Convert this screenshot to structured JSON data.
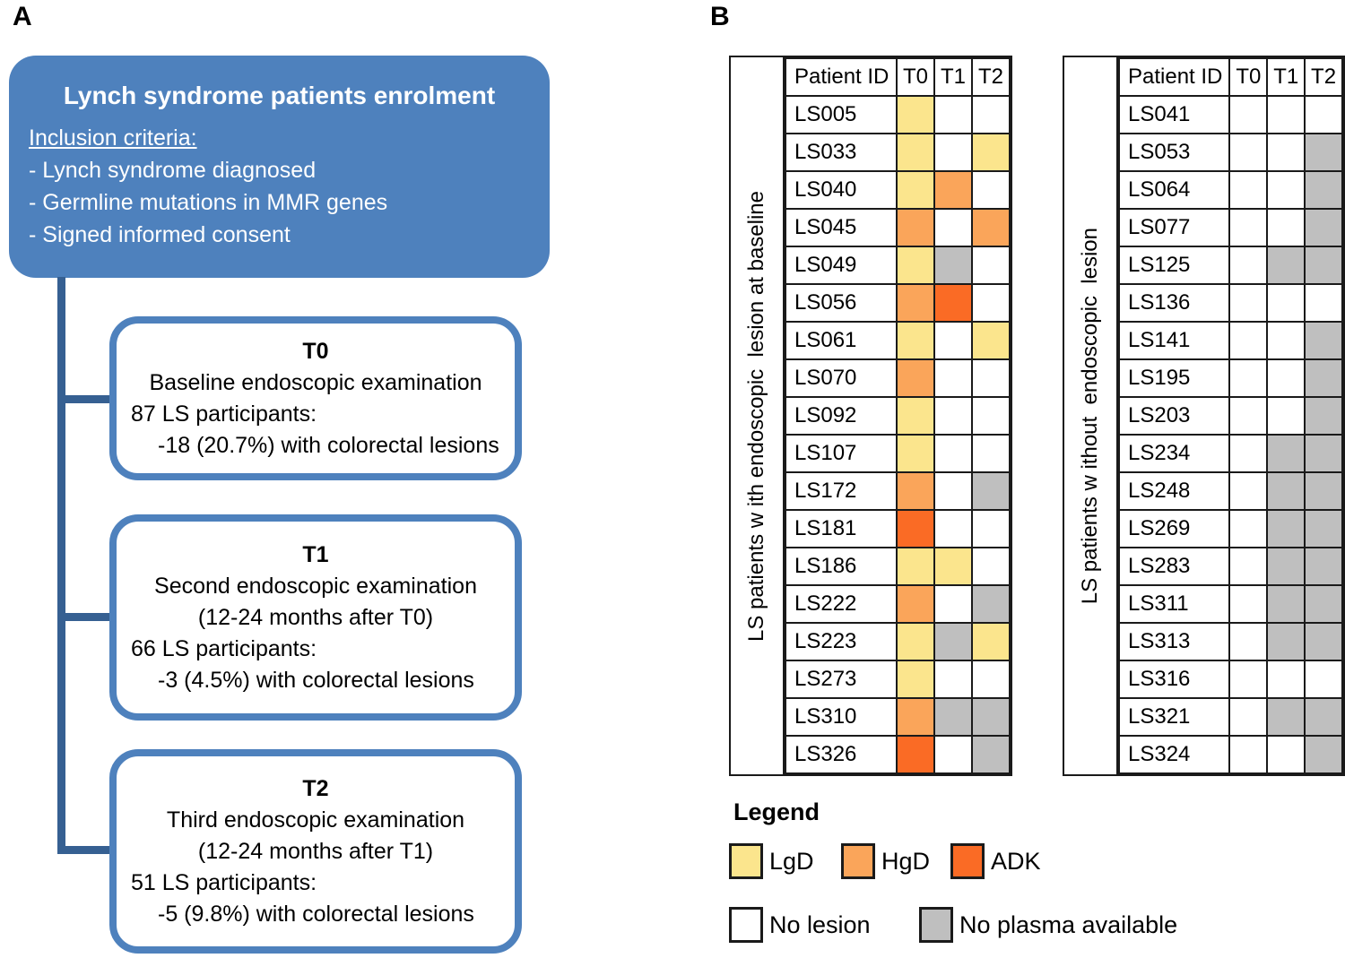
{
  "figure": {
    "colors": {
      "LgD": "#FBE58D",
      "HgD": "#FAA55A",
      "ADK": "#FA6B25",
      "none": "#FFFFFF",
      "NP": "#BFBFBF",
      "box_blue": "#4E81BD",
      "connector_blue": "#366092"
    },
    "panelA": {
      "label": "A",
      "enrolment": {
        "title": "Lynch syndrome patients enrolment",
        "criteria_heading": "Inclusion criteria:",
        "criteria": [
          "- Lynch syndrome diagnosed",
          "- Germline mutations in MMR genes",
          "- Signed informed consent"
        ]
      },
      "timepoints": [
        {
          "heading": "T0",
          "lines": [
            "Baseline endoscopic examination"
          ],
          "participants": "87 LS participants:",
          "lesions": "-18 (20.7%) with colorectal lesions"
        },
        {
          "heading": "T1",
          "lines": [
            "Second endoscopic examination",
            "(12-24 months after T0)"
          ],
          "participants": "66 LS participants:",
          "lesions": "-3 (4.5%) with colorectal lesions"
        },
        {
          "heading": "T2",
          "lines": [
            "Third endoscopic examination",
            "(12-24 months after T1)"
          ],
          "participants": "51 LS participants:",
          "lesions": "-5 (9.8%) with colorectal lesions"
        }
      ]
    },
    "panelB": {
      "label": "B",
      "tables": [
        {
          "side_label": "LS patients w ith endoscopic  lesion at baseline",
          "columns": [
            "Patient ID",
            "T0",
            "T1",
            "T2"
          ],
          "rows": [
            {
              "id": "LS005",
              "cells": [
                "LgD",
                "none",
                "none"
              ]
            },
            {
              "id": "LS033",
              "cells": [
                "LgD",
                "none",
                "LgD"
              ]
            },
            {
              "id": "LS040",
              "cells": [
                "LgD",
                "HgD",
                "none"
              ]
            },
            {
              "id": "LS045",
              "cells": [
                "HgD",
                "none",
                "HgD"
              ]
            },
            {
              "id": "LS049",
              "cells": [
                "LgD",
                "NP",
                "none"
              ]
            },
            {
              "id": "LS056",
              "cells": [
                "HgD",
                "ADK",
                "none"
              ]
            },
            {
              "id": "LS061",
              "cells": [
                "LgD",
                "none",
                "LgD"
              ]
            },
            {
              "id": "LS070",
              "cells": [
                "HgD",
                "none",
                "none"
              ]
            },
            {
              "id": "LS092",
              "cells": [
                "LgD",
                "none",
                "none"
              ]
            },
            {
              "id": "LS107",
              "cells": [
                "LgD",
                "none",
                "none"
              ]
            },
            {
              "id": "LS172",
              "cells": [
                "HgD",
                "none",
                "NP"
              ]
            },
            {
              "id": "LS181",
              "cells": [
                "ADK",
                "none",
                "none"
              ]
            },
            {
              "id": "LS186",
              "cells": [
                "LgD",
                "LgD",
                "none"
              ]
            },
            {
              "id": "LS222",
              "cells": [
                "HgD",
                "none",
                "NP"
              ]
            },
            {
              "id": "LS223",
              "cells": [
                "LgD",
                "NP",
                "LgD"
              ]
            },
            {
              "id": "LS273",
              "cells": [
                "LgD",
                "none",
                "none"
              ]
            },
            {
              "id": "LS310",
              "cells": [
                "HgD",
                "NP",
                "NP"
              ]
            },
            {
              "id": "LS326",
              "cells": [
                "ADK",
                "none",
                "NP"
              ]
            }
          ]
        },
        {
          "side_label": "LS patients w ithout  endoscopic  lesion",
          "columns": [
            "Patient ID",
            "T0",
            "T1",
            "T2"
          ],
          "rows": [
            {
              "id": "LS041",
              "cells": [
                "none",
                "none",
                "none"
              ]
            },
            {
              "id": "LS053",
              "cells": [
                "none",
                "none",
                "NP"
              ]
            },
            {
              "id": "LS064",
              "cells": [
                "none",
                "none",
                "NP"
              ]
            },
            {
              "id": "LS077",
              "cells": [
                "none",
                "none",
                "NP"
              ]
            },
            {
              "id": "LS125",
              "cells": [
                "none",
                "NP",
                "NP"
              ]
            },
            {
              "id": "LS136",
              "cells": [
                "none",
                "none",
                "none"
              ]
            },
            {
              "id": "LS141",
              "cells": [
                "none",
                "none",
                "NP"
              ]
            },
            {
              "id": "LS195",
              "cells": [
                "none",
                "none",
                "NP"
              ]
            },
            {
              "id": "LS203",
              "cells": [
                "none",
                "none",
                "NP"
              ]
            },
            {
              "id": "LS234",
              "cells": [
                "none",
                "NP",
                "NP"
              ]
            },
            {
              "id": "LS248",
              "cells": [
                "none",
                "NP",
                "NP"
              ]
            },
            {
              "id": "LS269",
              "cells": [
                "none",
                "NP",
                "NP"
              ]
            },
            {
              "id": "LS283",
              "cells": [
                "none",
                "NP",
                "NP"
              ]
            },
            {
              "id": "LS311",
              "cells": [
                "none",
                "NP",
                "NP"
              ]
            },
            {
              "id": "LS313",
              "cells": [
                "none",
                "NP",
                "NP"
              ]
            },
            {
              "id": "LS316",
              "cells": [
                "none",
                "none",
                "none"
              ]
            },
            {
              "id": "LS321",
              "cells": [
                "none",
                "NP",
                "NP"
              ]
            },
            {
              "id": "LS324",
              "cells": [
                "none",
                "none",
                "NP"
              ]
            }
          ]
        }
      ],
      "legend": {
        "title": "Legend",
        "items": [
          {
            "key": "LgD",
            "label": "LgD"
          },
          {
            "key": "HgD",
            "label": "HgD"
          },
          {
            "key": "ADK",
            "label": "ADK"
          },
          {
            "key": "none",
            "label": "No lesion"
          },
          {
            "key": "NP",
            "label": "No plasma available"
          }
        ]
      }
    }
  }
}
